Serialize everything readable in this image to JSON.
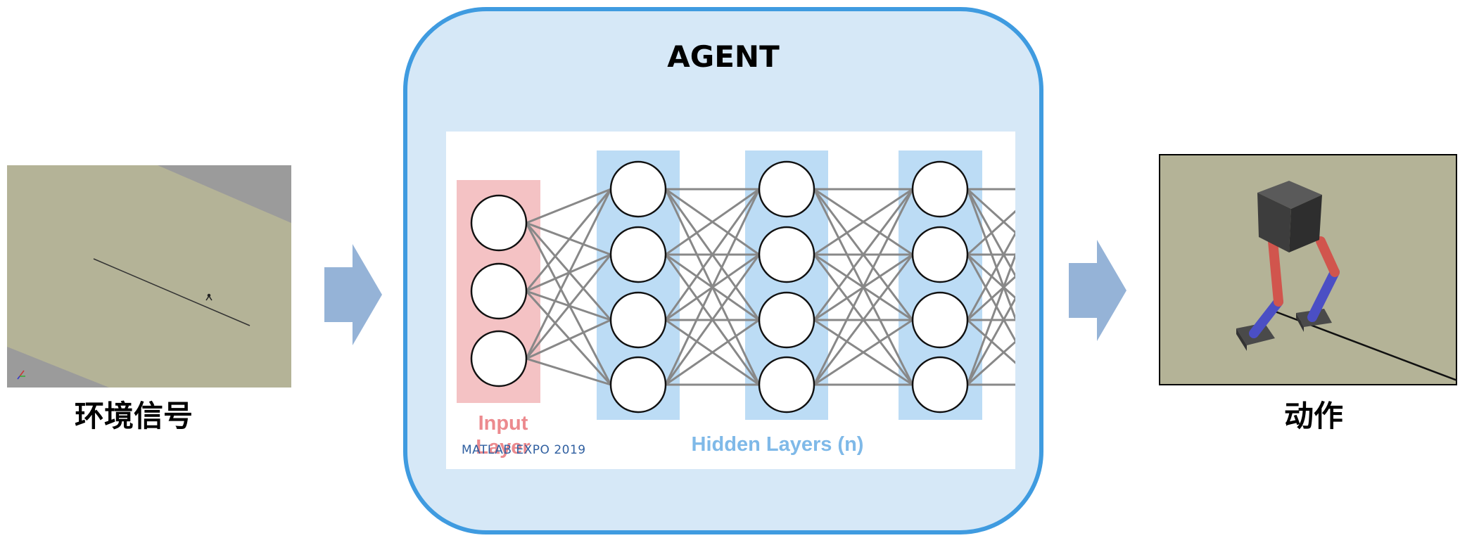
{
  "env": {
    "label": "环境信号"
  },
  "agent": {
    "title": "AGENT"
  },
  "network": {
    "input_label": "Input\nLayer",
    "hidden_label": "Hidden Layers (n)",
    "watermark": "MATLAB EXPO 2019"
  },
  "action": {
    "label": "动作"
  },
  "colors": {
    "agent_border": "#3f9be0",
    "agent_fill": "#d6e8f7",
    "arrow": "#95b3d7",
    "input_layer": "#f4c2c4",
    "hidden_layer": "#bcdcf5",
    "ground": "#b4b397"
  }
}
